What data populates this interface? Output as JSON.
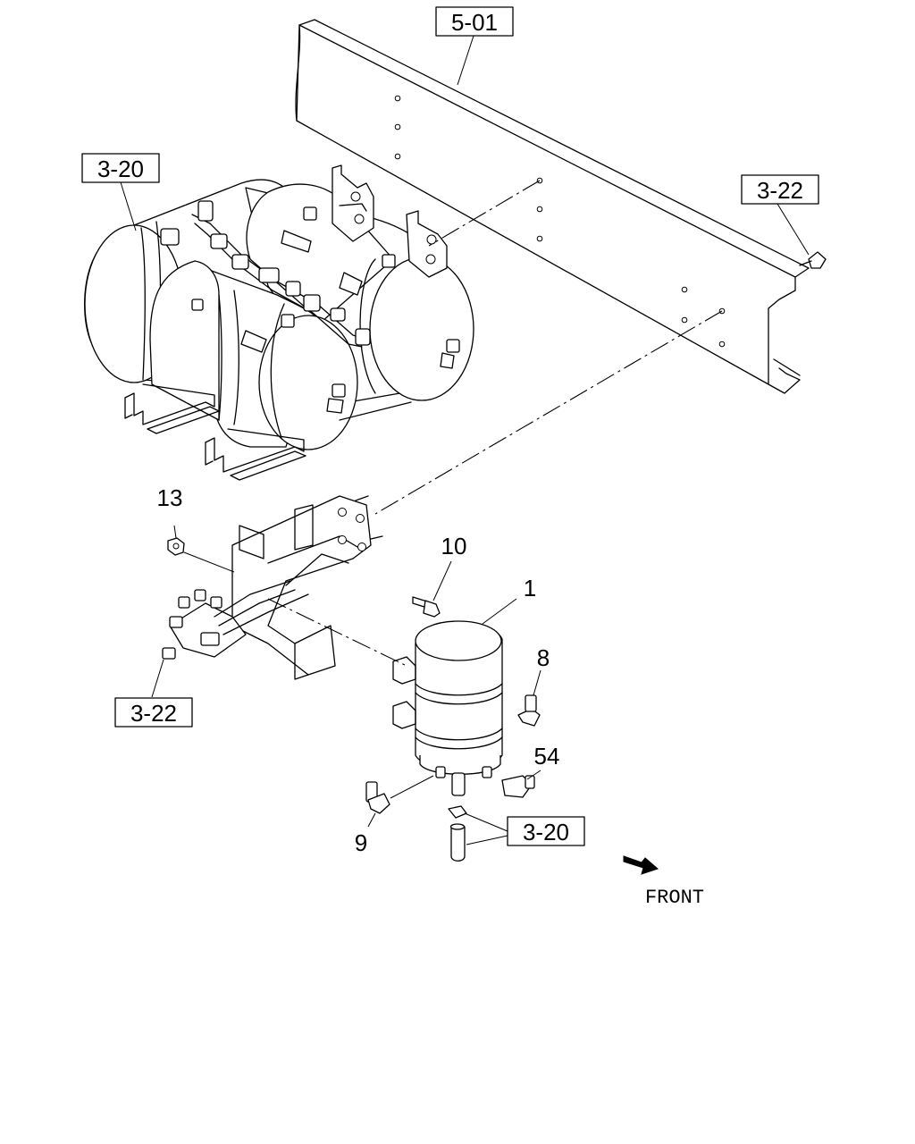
{
  "ref_boxes": {
    "top_5_01": "5-01",
    "top_3_20": "3-20",
    "right_3_22": "3-22",
    "left_3_22": "3-22",
    "bottom_3_20": "3-20"
  },
  "callouts": {
    "c13": "13",
    "c10": "10",
    "c1": "1",
    "c8": "8",
    "c54": "54",
    "c9": "9"
  },
  "direction": {
    "label": "FRONT"
  }
}
